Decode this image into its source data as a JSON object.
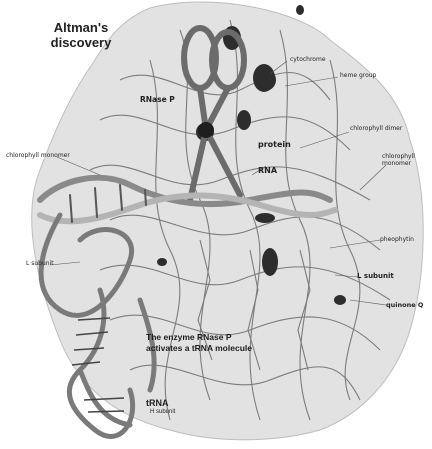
{
  "figure": {
    "title_line1": "Altman's",
    "title_line2": "discovery"
  },
  "labels": {
    "cytochrome": "cytochrome",
    "heme_group": "heme group",
    "rnase_p": "RNase P",
    "protein": "protein",
    "chlorophyll_dimer": "chlorophyll dimer",
    "rna": "RNA",
    "chlorophyll_monomer_left": "chlorophyll monomer",
    "chlorophyll_monomer_right": "chlorophyll monomer",
    "pheophytin": "pheophytin",
    "l_subunit_left": "L subunit",
    "l_subunit_right": "L subunit",
    "quinone": "quinone Q",
    "caption_line1": "The enzyme RNase P",
    "caption_line2": "activates a tRNA molecule",
    "trna": "tRNA",
    "h_subunit": "H subunit"
  },
  "colors": {
    "blob": "#e1e1e1",
    "ribbon": "#5c5c5c",
    "helix": "#8a8a8a",
    "dark": "#2a2a2a"
  }
}
